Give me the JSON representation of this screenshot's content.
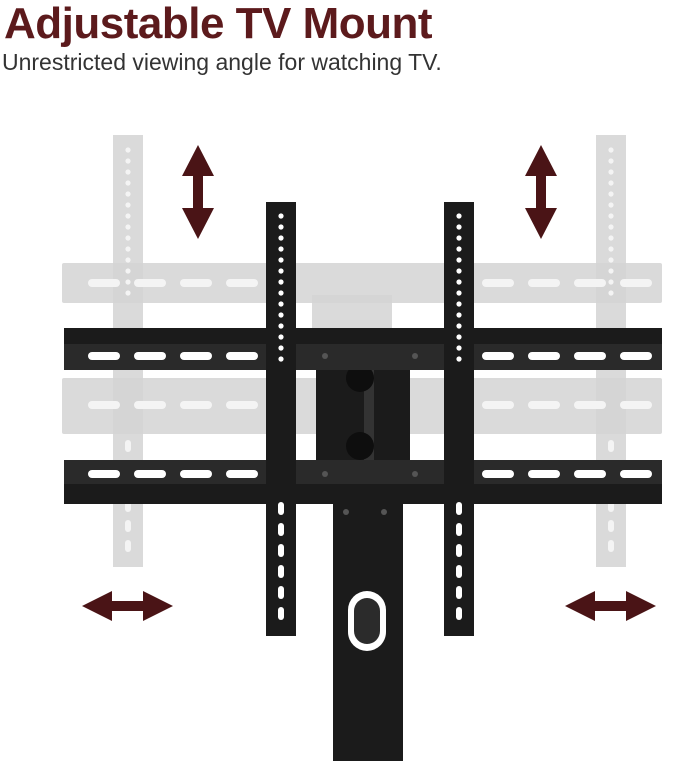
{
  "header": {
    "title": "Adjustable TV Mount",
    "subtitle": "Unrestricted viewing angle for watching TV."
  },
  "colors": {
    "title": "#5c1a1c",
    "subtitle": "#333333",
    "arrow": "#4a1416",
    "mount": "#1b1b1b",
    "ghost": "#d4d4d4"
  },
  "illustration": {
    "main_part": "tv-mount-bracket",
    "ghost_part": "tv-mount-ghost-position",
    "arrows": [
      "vertical-arrow-left",
      "vertical-arrow-right",
      "horizontal-arrow-left",
      "horizontal-arrow-right"
    ]
  }
}
